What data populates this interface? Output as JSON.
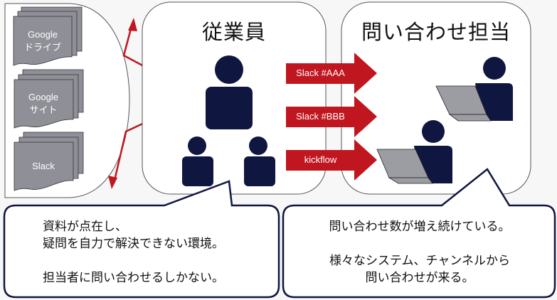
{
  "sources": {
    "items": [
      {
        "line1": "Google",
        "line2": "ドライブ"
      },
      {
        "line1": "Google",
        "line2": "サイト"
      },
      {
        "line1": "Slack",
        "line2": ""
      }
    ]
  },
  "employees": {
    "title": "従業員"
  },
  "channels": [
    {
      "label": "Slack #AAA"
    },
    {
      "label": "Slack #BBB"
    },
    {
      "label": "kickflow"
    }
  ],
  "support": {
    "title": "問い合わせ担当"
  },
  "bubble_left": {
    "line1": "資料が点在し、",
    "line2": "疑問を自力で解決できない環境。",
    "line3": "担当者に問い合わせるしかない。"
  },
  "bubble_right": {
    "line1": "問い合わせ数が増え続けている。",
    "line2": "様々なシステム、チャンネルから",
    "line3": "問い合わせが来る。"
  },
  "colors": {
    "navy": "#0f1640",
    "red": "#c0161f",
    "doc_gray": "#8f8f98",
    "laptop_gray": "#9c9ca3"
  }
}
